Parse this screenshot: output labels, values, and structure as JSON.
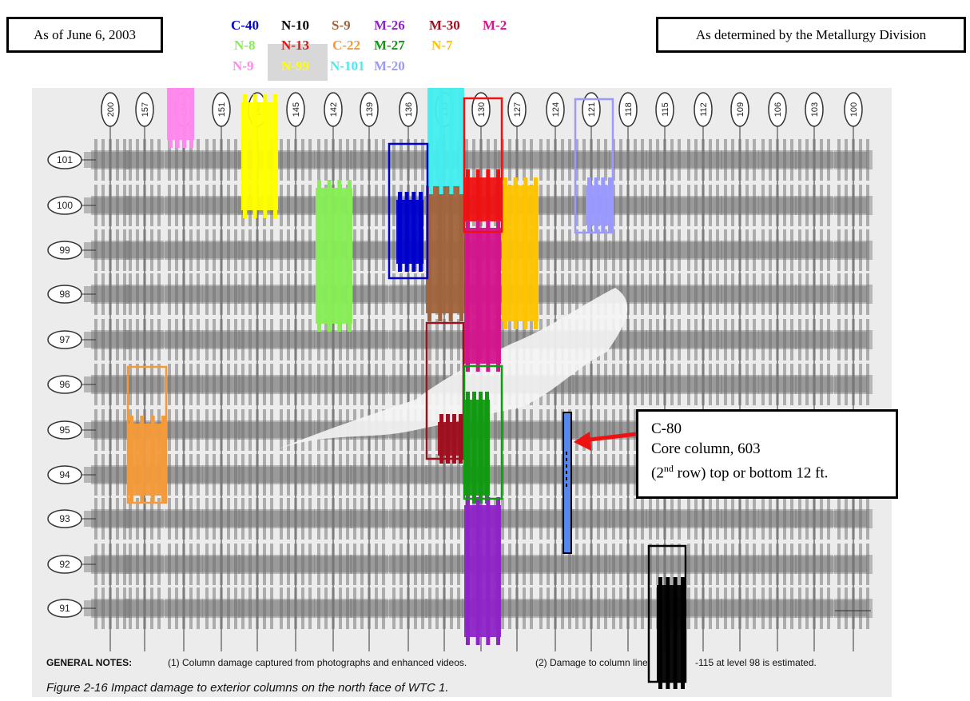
{
  "header": {
    "date_label": "As of June 6, 2003",
    "division_label": "As determined by the Metallurgy Division"
  },
  "legend": [
    {
      "label": "C-40",
      "color": "#0000cc"
    },
    {
      "label": "N-10",
      "color": "#000000"
    },
    {
      "label": "S-9",
      "color": "#a0643c"
    },
    {
      "label": "M-26",
      "color": "#8e24c8"
    },
    {
      "label": "M-30",
      "color": "#9e1020"
    },
    {
      "label": "M-2",
      "color": "#d4148c"
    },
    {
      "label": "N-8",
      "color": "#88ee55"
    },
    {
      "label": "N-13",
      "color": "#ee1111"
    },
    {
      "label": "C-22",
      "color": "#f39a3a"
    },
    {
      "label": "M-27",
      "color": "#119911"
    },
    {
      "label": "N-7",
      "color": "#ffc400"
    },
    {
      "label": "N-9",
      "color": "#ff88ee"
    },
    {
      "label": "N-99",
      "color": "#ffff00"
    },
    {
      "label": "N-101",
      "color": "#44eeee"
    },
    {
      "label": "M-20",
      "color": "#9999ff"
    }
  ],
  "column_lines": [
    "200",
    "157",
    "154",
    "151",
    "148",
    "145",
    "142",
    "139",
    "136",
    "133",
    "130",
    "127",
    "124",
    "121",
    "118",
    "115",
    "112",
    "109",
    "106",
    "103",
    "100"
  ],
  "floor_levels": [
    "101",
    "100",
    "99",
    "98",
    "97",
    "96",
    "95",
    "94",
    "93",
    "92",
    "91"
  ],
  "callout": {
    "title": "C-80",
    "line1": "Core column, 603",
    "line2_sup": "nd",
    "line2_pre": "(2",
    "line2_post": " row) top or bottom 12 ft."
  },
  "notes": {
    "general": "GENERAL NOTES:",
    "note1": "(1) Column damage captured from photographs and enhanced videos.",
    "note2": "(2) Damage to column line",
    "note2b": "-115 at level 98 is estimated."
  },
  "caption": "Figure 2-16  Impact damage to exterior columns on the north face of WTC 1."
}
